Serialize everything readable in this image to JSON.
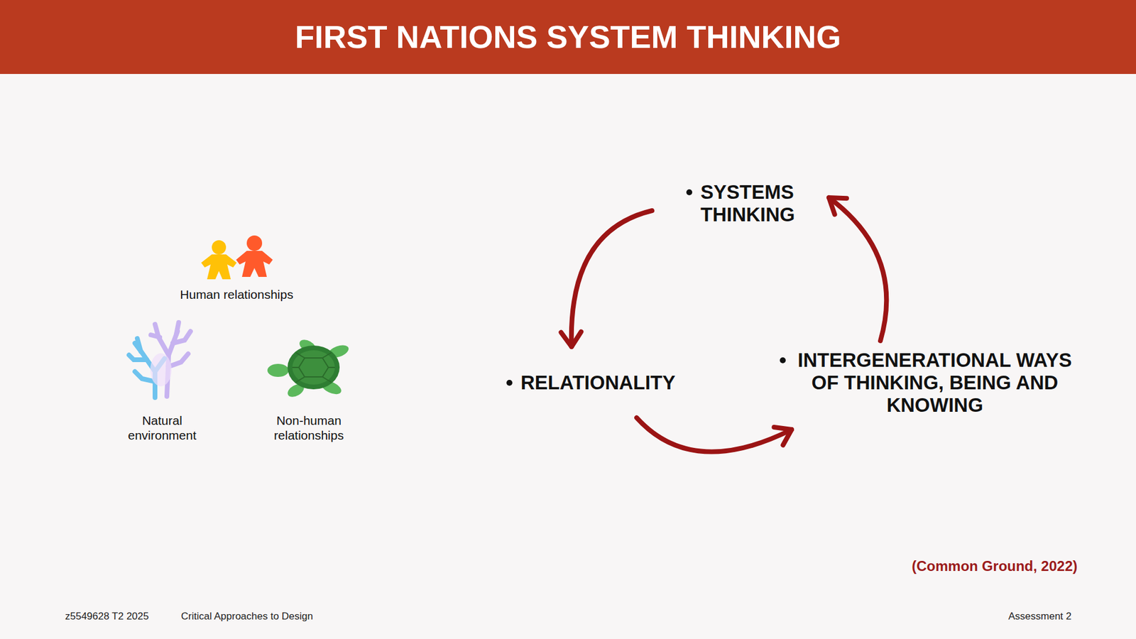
{
  "diagram": {
    "title": "FIRST NATIONS SYSTEM THINKING",
    "nodes": [
      {
        "text": [
          "SYSTEMS THINKING"
        ]
      },
      {
        "text": [
          "RELATIONALITY"
        ]
      },
      {
        "text": [
          "INTERGENERATIONAL WAYS OF THINKING, BEING AND KNOWING"
        ]
      }
    ],
    "edges": [
      {
        "from": 0,
        "to": 1,
        "arrow": "to"
      },
      {
        "from": 1,
        "to": 2,
        "arrow": "to"
      },
      {
        "from": 2,
        "to": 0,
        "arrow": "to"
      }
    ],
    "labels": [
      "Human relationships",
      "Natural environment",
      "Non-human relationships",
      "(Common Ground, 2022)",
      "z5549628 T2 2025",
      "Critical Approaches to Design",
      "Assessment 2"
    ]
  }
}
